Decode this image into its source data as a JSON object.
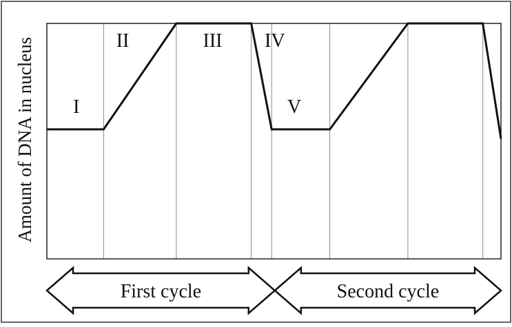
{
  "chart_data": {
    "type": "line",
    "ylabel": "Amount of DNA in nucleus",
    "xlim": [
      0,
      100
    ],
    "ylim": [
      0,
      100
    ],
    "gridlines_x": [
      12.5,
      28.5,
      45,
      49.5,
      62.3,
      79.5,
      96
    ],
    "series": [
      {
        "x": [
          0,
          12.5,
          28.5,
          45,
          49.5,
          62.3,
          79.5,
          96,
          100
        ],
        "y": [
          55,
          55,
          100,
          100,
          55,
          55,
          100,
          100,
          51
        ]
      }
    ],
    "phase_labels": [
      {
        "text": "I",
        "x": 6.5,
        "y": 62
      },
      {
        "text": "II",
        "x": 16.7,
        "y": 90
      },
      {
        "text": "III",
        "x": 36.5,
        "y": 90
      },
      {
        "text": "IV",
        "x": 50.2,
        "y": 90
      },
      {
        "text": "V",
        "x": 54.5,
        "y": 62
      }
    ],
    "cycle_arrows": [
      {
        "label": "First cycle",
        "x": [
          0,
          50.2
        ]
      },
      {
        "label": "Second cycle",
        "x": [
          50.2,
          100
        ]
      }
    ],
    "grid": true
  }
}
